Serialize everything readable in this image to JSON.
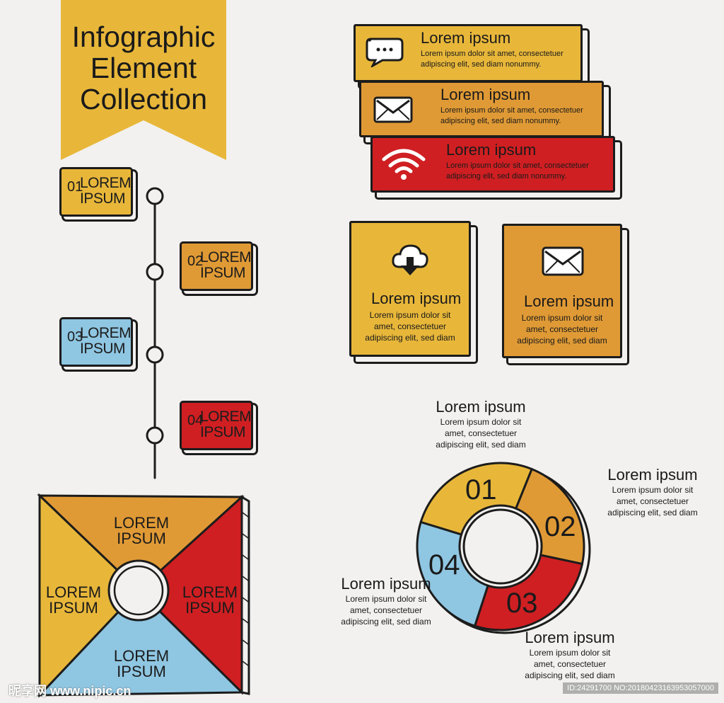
{
  "header": {
    "title_lines": [
      "Infographic",
      "Element",
      "Collection"
    ]
  },
  "colors": {
    "yellow": "#e8b73a",
    "orange": "#e09a35",
    "red": "#cf1f22",
    "blue": "#8fc6e2",
    "ink": "#1c1c1c",
    "background": "#f2f1ef"
  },
  "timeline": {
    "items": [
      {
        "num": "01",
        "line1": "LOREM",
        "line2": "IPSUM",
        "color": "#e8b73a"
      },
      {
        "num": "02",
        "line1": "LOREM",
        "line2": "IPSUM",
        "color": "#e09a35"
      },
      {
        "num": "03",
        "line1": "LOREM",
        "line2": "IPSUM",
        "color": "#8fc6e2"
      },
      {
        "num": "04",
        "line1": "LOREM",
        "line2": "IPSUM",
        "color": "#cf1f22"
      }
    ]
  },
  "stacked_bars": [
    {
      "icon": "chat-bubble-icon",
      "title": "Lorem ipsum",
      "desc1": "Lorem ipsum dolor sit amet, consectetuer",
      "desc2": "adipiscing elit, sed diam nonummy.",
      "color": "#e8b73a"
    },
    {
      "icon": "envelope-icon",
      "title": "Lorem ipsum",
      "desc1": "Lorem ipsum dolor sit amet, consectetuer",
      "desc2": "adipiscing elit, sed diam nonummy.",
      "color": "#e09a35"
    },
    {
      "icon": "wifi-icon",
      "title": "Lorem ipsum",
      "desc1": "Lorem ipsum dolor sit amet, consectetuer",
      "desc2": "adipiscing elit, sed diam nonummy.",
      "color": "#cf1f22"
    }
  ],
  "cards": [
    {
      "icon": "cloud-download-icon",
      "title": "Lorem ipsum",
      "desc1": "Lorem ipsum dolor sit",
      "desc2": "amet, consectetuer",
      "desc3": "adipiscing elit, sed diam",
      "color": "#e8b73a"
    },
    {
      "icon": "envelope-icon",
      "title": "Lorem ipsum",
      "desc1": "Lorem ipsum dolor sit",
      "desc2": "amet, consectetuer",
      "desc3": "adipiscing elit, sed diam",
      "color": "#e09a35"
    }
  ],
  "square_diagram": {
    "top": {
      "line1": "LOREM",
      "line2": "IPSUM",
      "color": "#e09a35"
    },
    "right": {
      "line1": "LOREM",
      "line2": "IPSUM",
      "color": "#cf1f22"
    },
    "bottom": {
      "line1": "LOREM",
      "line2": "IPSUM",
      "color": "#8fc6e2"
    },
    "left": {
      "line1": "LOREM",
      "line2": "IPSUM",
      "color": "#e8b73a"
    }
  },
  "donut": {
    "segments": [
      {
        "num": "01",
        "color": "#e8b73a"
      },
      {
        "num": "02",
        "color": "#e09a35"
      },
      {
        "num": "03",
        "color": "#cf1f22"
      },
      {
        "num": "04",
        "color": "#8fc6e2"
      }
    ],
    "labels": {
      "top": {
        "title": "Lorem ipsum",
        "d1": "Lorem ipsum dolor sit",
        "d2": "amet, consectetuer",
        "d3": "adipiscing elit, sed diam"
      },
      "right": {
        "title": "Lorem ipsum",
        "d1": "Lorem ipsum dolor sit",
        "d2": "amet, consectetuer",
        "d3": "adipiscing elit, sed diam"
      },
      "left": {
        "title": "Lorem ipsum",
        "d1": "Lorem ipsum dolor sit",
        "d2": "amet, consectetuer",
        "d3": "adipiscing elit, sed diam"
      },
      "bottom": {
        "title": "Lorem ipsum",
        "d1": "Lorem ipsum dolor sit",
        "d2": "amet, consectetuer",
        "d3": "adipiscing elit, sed diam"
      }
    }
  },
  "watermark": {
    "left": "昵享网 www.nipic.cn",
    "right": "ID:24291700 NO:20180423163953057000"
  }
}
